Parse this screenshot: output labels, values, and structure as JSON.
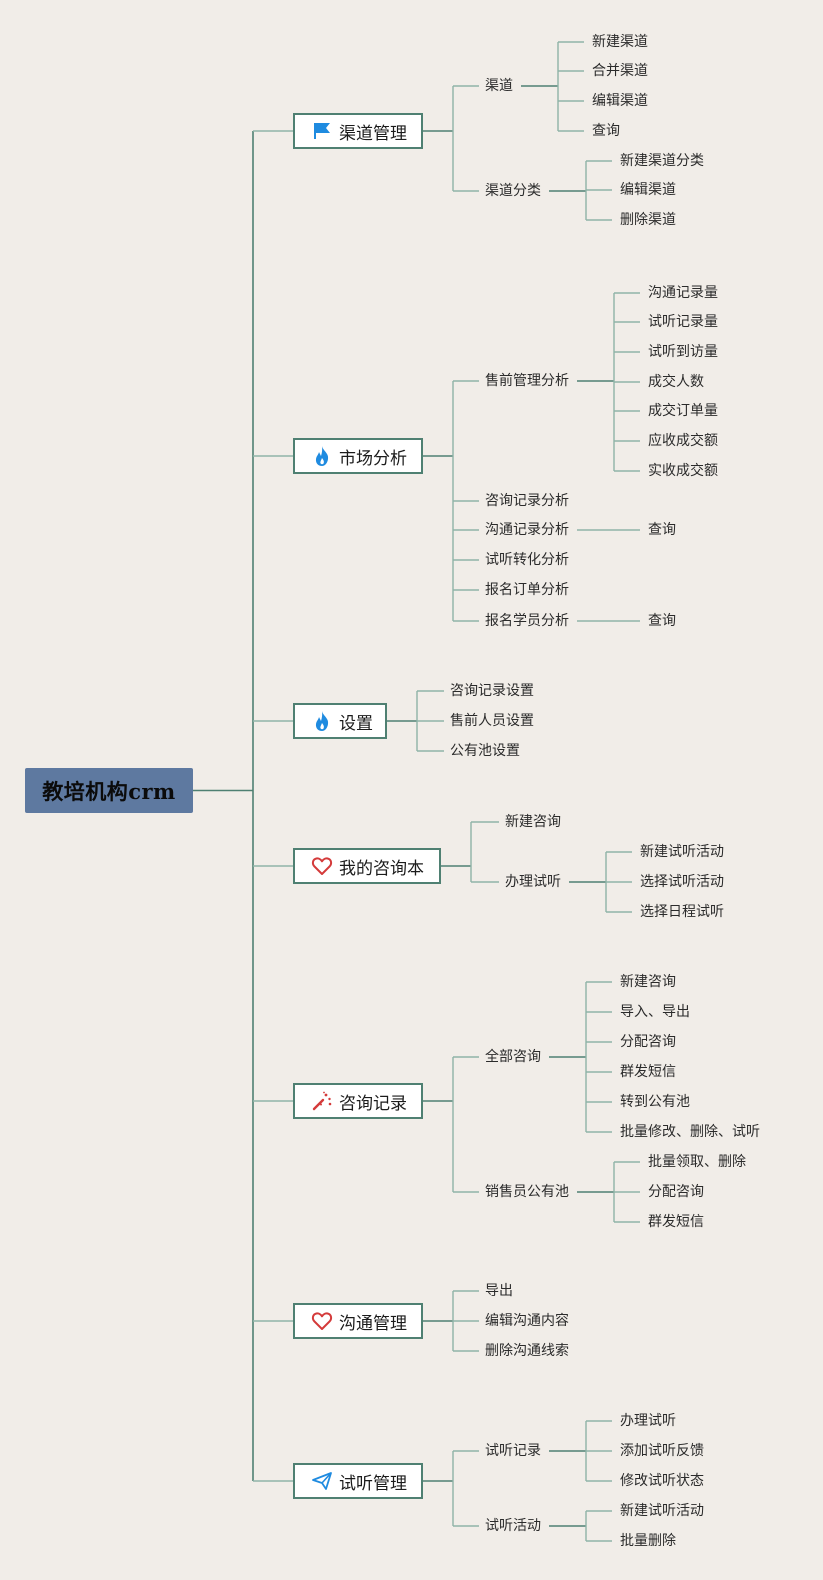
{
  "root": {
    "label": "教培机构crm"
  },
  "branches": [
    {
      "label": "渠道管理",
      "icon": "flag-icon",
      "icon_color": "#1f8be0",
      "children": [
        {
          "label": "渠道",
          "children": [
            {
              "label": "新建渠道"
            },
            {
              "label": "合并渠道"
            },
            {
              "label": "编辑渠道"
            },
            {
              "label": "查询"
            }
          ]
        },
        {
          "label": "渠道分类",
          "children": [
            {
              "label": "新建渠道分类"
            },
            {
              "label": "编辑渠道"
            },
            {
              "label": "删除渠道"
            }
          ]
        }
      ]
    },
    {
      "label": "市场分析",
      "icon": "flame-icon",
      "icon_color": "#1f8be0",
      "children": [
        {
          "label": "售前管理分析",
          "children": [
            {
              "label": "沟通记录量"
            },
            {
              "label": "试听记录量"
            },
            {
              "label": "试听到访量"
            },
            {
              "label": "成交人数"
            },
            {
              "label": "成交订单量"
            },
            {
              "label": "应收成交额"
            },
            {
              "label": "实收成交额"
            }
          ]
        },
        {
          "label": "咨询记录分析"
        },
        {
          "label": "沟通记录分析",
          "children": [
            {
              "label": "查询"
            }
          ]
        },
        {
          "label": "试听转化分析"
        },
        {
          "label": "报名订单分析"
        },
        {
          "label": "报名学员分析",
          "children": [
            {
              "label": "查询"
            }
          ]
        }
      ]
    },
    {
      "label": "设置",
      "icon": "flame-icon",
      "icon_color": "#1f8be0",
      "children": [
        {
          "label": "咨询记录设置"
        },
        {
          "label": "售前人员设置"
        },
        {
          "label": "公有池设置"
        }
      ]
    },
    {
      "label": "我的咨询本",
      "icon": "heart-icon",
      "icon_color": "#d43a3a",
      "children": [
        {
          "label": "新建咨询"
        },
        {
          "label": "办理试听",
          "children": [
            {
              "label": "新建试听活动"
            },
            {
              "label": "选择试听活动"
            },
            {
              "label": "选择日程试听"
            }
          ]
        }
      ]
    },
    {
      "label": "咨询记录",
      "icon": "magic-wand-icon",
      "icon_color": "#d43a3a",
      "children": [
        {
          "label": "全部咨询",
          "children": [
            {
              "label": "新建咨询"
            },
            {
              "label": "导入、导出"
            },
            {
              "label": "分配咨询"
            },
            {
              "label": "群发短信"
            },
            {
              "label": "转到公有池"
            },
            {
              "label": "批量修改、删除、试听"
            }
          ]
        },
        {
          "label": "销售员公有池",
          "children": [
            {
              "label": "批量领取、删除"
            },
            {
              "label": "分配咨询"
            },
            {
              "label": "群发短信"
            }
          ]
        }
      ]
    },
    {
      "label": "沟通管理",
      "icon": "heart-icon",
      "icon_color": "#d43a3a",
      "children": [
        {
          "label": "导出"
        },
        {
          "label": "编辑沟通内容"
        },
        {
          "label": "删除沟通线索"
        }
      ]
    },
    {
      "label": "试听管理",
      "icon": "paper-plane-icon",
      "icon_color": "#1f8be0",
      "children": [
        {
          "label": "试听记录",
          "children": [
            {
              "label": "办理试听"
            },
            {
              "label": "添加试听反馈"
            },
            {
              "label": "修改试听状态"
            }
          ]
        },
        {
          "label": "试听活动",
          "children": [
            {
              "label": "新建试听活动"
            },
            {
              "label": "批量删除"
            }
          ]
        }
      ]
    }
  ],
  "colors": {
    "background": "#f1ede8",
    "line": "#4f8072",
    "root_fill": "#5e79a0",
    "box_border": "#4f8072"
  }
}
